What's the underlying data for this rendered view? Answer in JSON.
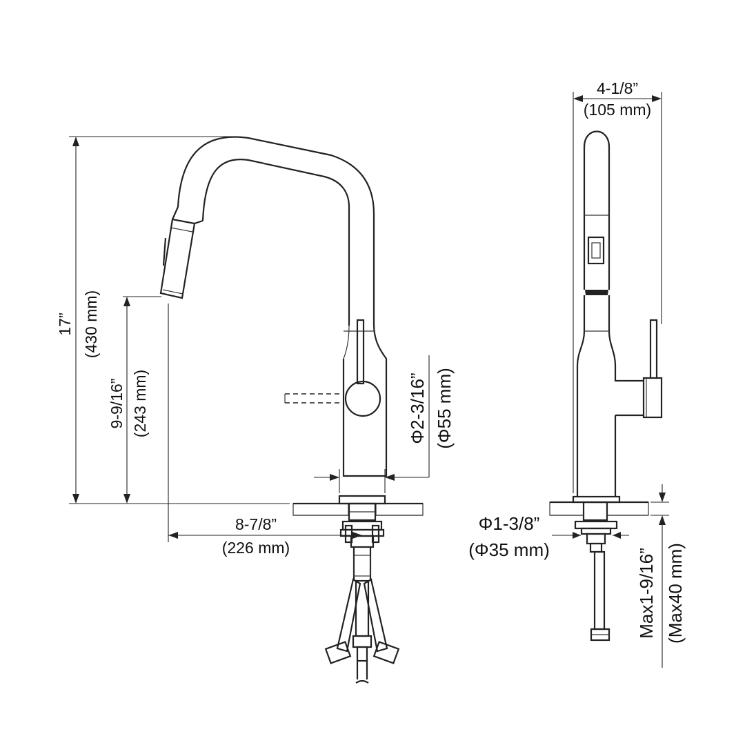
{
  "dimensions": {
    "total_height": {
      "imperial": "17”",
      "metric": "(430 mm)"
    },
    "spout_height": {
      "imperial": "9-9/16”",
      "metric": "(243 mm)"
    },
    "reach": {
      "imperial": "8-7/8”",
      "metric": "(226 mm)"
    },
    "base_diameter": {
      "imperial": "Φ2-3/16”",
      "metric": "(Φ55 mm)"
    },
    "side_width": {
      "imperial": "4-1/8”",
      "metric": "(105 mm)"
    },
    "hole_diameter": {
      "imperial": "Φ1-3/8”",
      "metric": "(Φ35 mm)"
    },
    "max_deck_thickness": {
      "imperial": "Max1-9/16”",
      "metric": "(Max40 mm)"
    }
  }
}
